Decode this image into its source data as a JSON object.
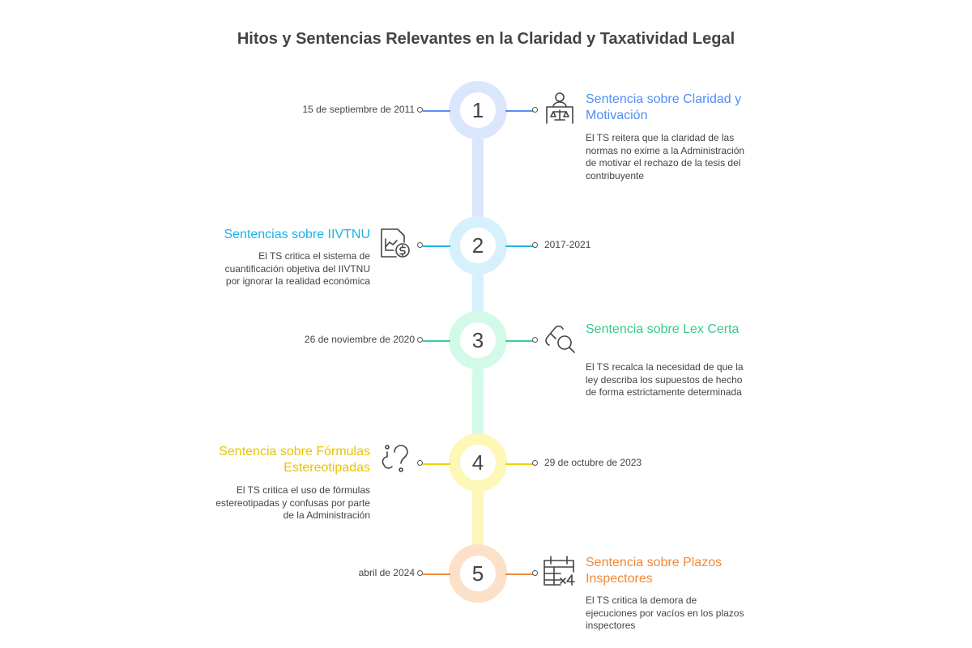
{
  "title": "Hitos y Sentencias Relevantes en la Claridad y Taxatividad Legal",
  "milestones": [
    {
      "number": "1",
      "date": "15 de septiembre de 2011",
      "heading": "Sentencia sobre Claridad y Motivación",
      "description": "El TS reitera que la claridad de las normas no exime a la Administración de motivar el rechazo de la tesis del contribuyente",
      "icon": "judge-scales-icon",
      "color": "#4f8ef7"
    },
    {
      "number": "2",
      "date": "2017-2021",
      "heading": "Sentencias sobre IIVTNU",
      "description": "El TS critica el sistema de cuantificación objetiva del IIVTNU por ignorar la realidad económica",
      "icon": "document-chart-dollar-icon",
      "color": "#1ab2e6"
    },
    {
      "number": "3",
      "date": "26 de noviembre de 2020",
      "heading": "Sentencia sobre Lex Certa",
      "description": "El TS recalca la necesidad de que la ley describa los supuestos de hecho de forma estrictamente determinada",
      "icon": "search-magnifier-icon",
      "color": "#36c98a"
    },
    {
      "number": "4",
      "date": "29 de octubre de 2023",
      "heading": "Sentencia sobre Fórmulas Estereotipadas",
      "description": "El TS critica el uso de fórmulas estereotipadas y confusas por parte de la Administración",
      "icon": "question-marks-icon",
      "color": "#e8c400"
    },
    {
      "number": "5",
      "date": "abril de 2024",
      "heading": "Sentencia sobre Plazos Inspectores",
      "description": "El TS critica la demora de ejecuciones por vacíos en los plazos inspectores",
      "icon": "calendar-x4-icon",
      "color": "#f0883a"
    }
  ]
}
